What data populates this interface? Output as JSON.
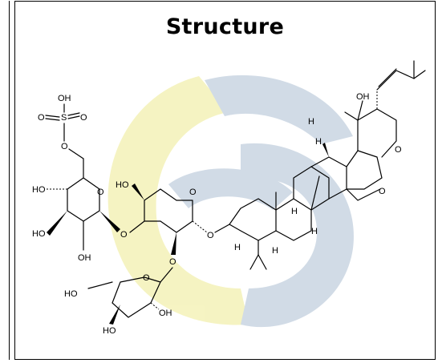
{
  "title": "Structure",
  "colors": {
    "watermark_yellow": "#F4F2B8",
    "watermark_blue": "#C9D5E2",
    "border": "#000000"
  },
  "atoms": {
    "oh_sulfate": "OH",
    "s": "S",
    "o_s1": "O",
    "o_s2": "O",
    "o_link6": "O",
    "ho_g4": "HO",
    "ho_g3": "HO",
    "oh_g2": "OH",
    "o_ring_g": "O",
    "o_gly_link": "O",
    "ho_x4": "HO",
    "o_ring_x": "O",
    "o_x2": "O",
    "o_x1": "O",
    "o_ring_f": "O",
    "ho_f5": "HO",
    "ho_f3": "HO",
    "oh_f2": "OH",
    "h1": "H",
    "h2": "H",
    "h3": "H",
    "h4": "H",
    "h5": "H",
    "h6": "H",
    "oh_side": "OH",
    "o_pyran": "O",
    "o_bridge": "O"
  }
}
